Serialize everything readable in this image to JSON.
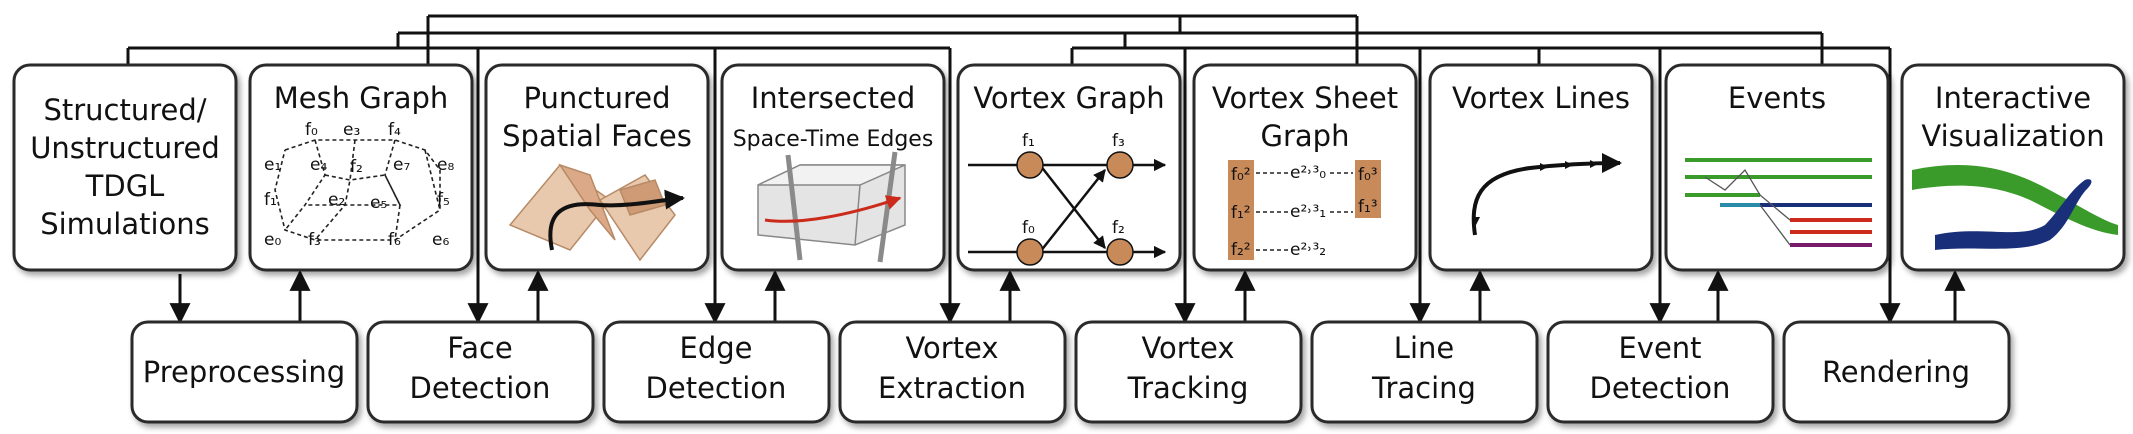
{
  "top_boxes": [
    {
      "id": "simulations",
      "lines": [
        "Structured/",
        "Unstructured",
        "TDGL",
        "Simulations"
      ]
    },
    {
      "id": "mesh_graph",
      "lines": [
        "Mesh Graph"
      ]
    },
    {
      "id": "punctured_faces",
      "lines": [
        "Punctured",
        "Spatial Faces"
      ]
    },
    {
      "id": "intersected_edges",
      "lines": [
        "Intersected",
        "Space-Time Edges"
      ]
    },
    {
      "id": "vortex_graph",
      "lines": [
        "Vortex Graph"
      ]
    },
    {
      "id": "vortex_sheet_graph",
      "lines": [
        "Vortex Sheet",
        "Graph"
      ]
    },
    {
      "id": "vortex_lines",
      "lines": [
        "Vortex Lines"
      ]
    },
    {
      "id": "events",
      "lines": [
        "Events"
      ]
    },
    {
      "id": "interactive_vis",
      "lines": [
        "Interactive",
        "Visualization"
      ]
    }
  ],
  "bottom_boxes": [
    {
      "id": "preprocessing",
      "lines": [
        "Preprocessing"
      ]
    },
    {
      "id": "face_detection",
      "lines": [
        "Face",
        "Detection"
      ]
    },
    {
      "id": "edge_detection",
      "lines": [
        "Edge",
        "Detection"
      ]
    },
    {
      "id": "vortex_extraction",
      "lines": [
        "Vortex",
        "Extraction"
      ]
    },
    {
      "id": "vortex_tracking",
      "lines": [
        "Vortex",
        "Tracking"
      ]
    },
    {
      "id": "line_tracing",
      "lines": [
        "Line",
        "Tracing"
      ]
    },
    {
      "id": "event_detection",
      "lines": [
        "Event",
        "Detection"
      ]
    },
    {
      "id": "rendering",
      "lines": [
        "Rendering"
      ]
    }
  ],
  "mesh_labels": {
    "f0": "f₀",
    "e3": "e₃",
    "f4": "f₄",
    "e1": "e₁",
    "e4": "e₄",
    "f2": "f₂",
    "e7": "e₇",
    "e8": "e₈",
    "f1": "f₁",
    "e2": "e₂",
    "e5": "e₅",
    "f5": "f₅",
    "e0": "e₀",
    "f3": "f₃",
    "f6": "f₆",
    "e6": "e₆"
  },
  "vortex_graph_labels": {
    "f1": "f₁",
    "f3": "f₃",
    "f0": "f₀",
    "f2": "f₂"
  },
  "sheet_labels": {
    "l0": "f₀²",
    "l1": "f₁²",
    "l2": "f₂²",
    "r0": "f₀³",
    "r1": "f₁³",
    "e0": "e²˒³₀",
    "e1": "e²˒³₁",
    "e2": "e²˒³₂"
  },
  "colors": {
    "tan": "#c98a5a",
    "tan_light": "#e9c9ae",
    "green": "#3a9a2a",
    "navy": "#1a2f7a",
    "red": "#cc2a1a"
  }
}
